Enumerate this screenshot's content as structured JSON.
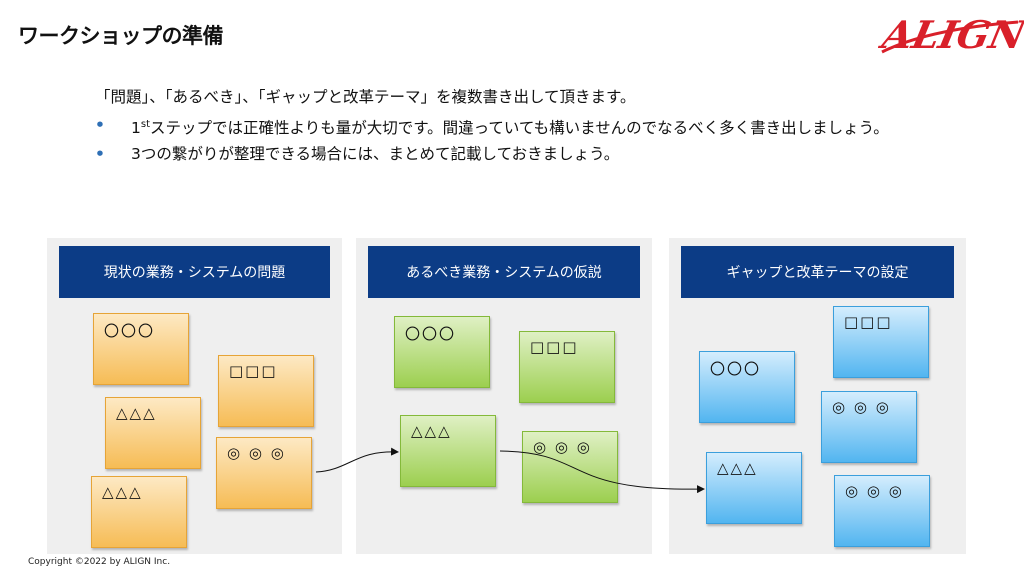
{
  "page": {
    "title": "ワークショップの準備",
    "intro": "「問題」、「あるべき」、「ギャップと改革テーマ」を複数書き出して頂きます。",
    "bullets": [
      {
        "pre": "1",
        "sup": "st",
        "post": "ステップでは正確性よりも量が大切です。間違っていても構いませんのでなるべく多く書き出しましょう。"
      },
      {
        "text": "3つの繋がりが整理できる場合には、まとめて記載しておきましょう。"
      }
    ],
    "bullet_glyph": "•",
    "logo_text": "ALIGN",
    "copyright": "Copyright ©2022 by ALIGN Inc."
  },
  "panels": [
    {
      "header": "現状の業務・システムの問題",
      "notes": [
        "〇〇〇",
        "□□□",
        "△△△",
        "◎ ◎ ◎",
        "△△△"
      ]
    },
    {
      "header": "あるべき業務・システムの仮説",
      "notes": [
        "〇〇〇",
        "□□□",
        "△△△",
        "◎ ◎ ◎"
      ]
    },
    {
      "header": "ギャップと改革テーマの設定",
      "notes": [
        "□□□",
        "〇〇〇",
        "◎ ◎ ◎",
        "△△△",
        "◎ ◎ ◎"
      ]
    }
  ],
  "colors": {
    "panel_header": "#0c3c86",
    "logo_red": "#d9202a",
    "orange_note": "#f6bc55",
    "green_note": "#9ccf4f",
    "blue_note": "#52b5f0"
  }
}
